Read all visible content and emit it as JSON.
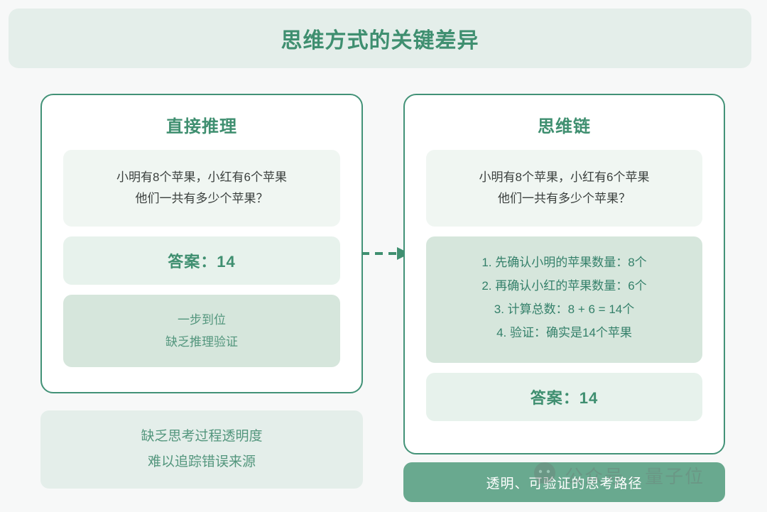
{
  "header": {
    "title": "思维方式的关键差异"
  },
  "colors": {
    "page_background": "#f7f8f8",
    "header_background": "#e4eeea",
    "accent_green": "#3f8f70",
    "card_border": "#429277",
    "question_box": "#f0f6f2",
    "answer_box": "#e7f2ec",
    "note_box": "#d6e6dc",
    "footer_bar": "#69a98f",
    "body_text": "#3a3f3d",
    "muted_green_text": "#53967d"
  },
  "left_card": {
    "title": "直接推理",
    "question": {
      "lines": [
        "小明有8个苹果，小红有6个苹果",
        "他们一共有多少个苹果？"
      ]
    },
    "answer": "答案：14",
    "note": {
      "lines": [
        "一步到位",
        "缺乏推理验证"
      ]
    }
  },
  "right_card": {
    "title": "思维链",
    "question": {
      "lines": [
        "小明有8个苹果，小红有6个苹果",
        "他们一共有多少个苹果？"
      ]
    },
    "steps": [
      "1. 先确认小明的苹果数量：8个",
      "2. 再确认小红的苹果数量：6个",
      "3. 计算总数：8 + 6 = 14个",
      "4. 验证：确实是14个苹果"
    ],
    "answer": "答案：14"
  },
  "left_footer": {
    "lines": [
      "缺乏思考过程透明度",
      "难以追踪错误来源"
    ]
  },
  "right_footer": {
    "text": "透明、可验证的思考路径"
  },
  "connector": {
    "icon": "dashed-arrow-right-icon"
  },
  "watermark": {
    "icon": "speech-bubble-icon",
    "text": "公众号 · 量子位"
  }
}
